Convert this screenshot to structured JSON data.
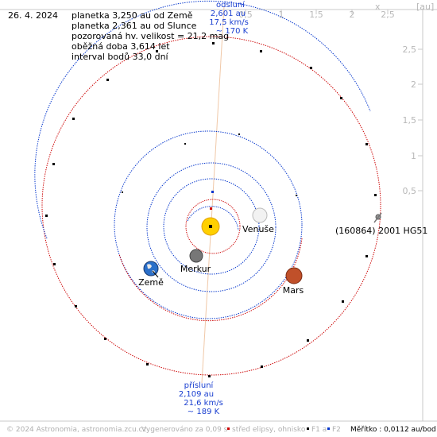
{
  "date": "26. 4. 2024",
  "info_lines": [
    "planetka 3,250 au od Země",
    "planetka 2,361 au od Slunce",
    "pozorovaná hv. velikost = 21,2 mag",
    "oběžná doba 3,614 let",
    "interval bodů 33,0 dní"
  ],
  "aphelion": {
    "title": "odsluní",
    "distance": "2,601 au",
    "speed": "17,5 km/s",
    "temp": "~ 170 K"
  },
  "perihelion": {
    "title": "přísluní",
    "distance": "2,109 au",
    "speed": "21,6 km/s",
    "temp": "~ 189 K"
  },
  "axis": {
    "unit_x": "x",
    "unit_au": "[au]",
    "top_ticks": [
      "0,5",
      "1",
      "1,5",
      "2",
      "2,5"
    ],
    "right_ticks": [
      "2,5",
      "2",
      "1,5",
      "1",
      "0,5"
    ]
  },
  "bodies": {
    "asteroid": "(160864) 2001 HG51",
    "venus": "Venuše",
    "mercury": "Merkur",
    "earth": "Země",
    "mars": "Mars"
  },
  "footer": {
    "copyright": "© 2024 Astronomia, astronomia.zcu.cz",
    "generated": "Vygenerováno za 0,09 s",
    "legend_center": "střed elipsy, ohnisko",
    "legend_f1": "F1 a",
    "legend_f2": "F2",
    "scale": "Měřítko : 0,0112 au/bod"
  },
  "colors": {
    "asteroid_orbit": "#cc0000",
    "planet_orbit": "#0033cc",
    "apsis_line": "#f0c8a8",
    "sun": "#ffd000"
  }
}
